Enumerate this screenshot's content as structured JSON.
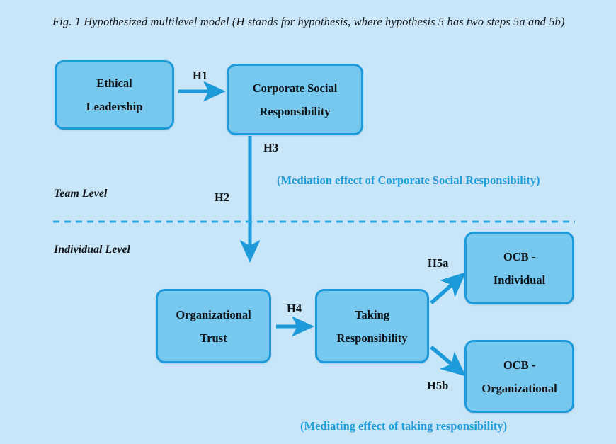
{
  "figure": {
    "caption": "Fig. 1 Hypothesized multilevel model (H stands for hypothesis, where hypothesis 5 has two steps 5a and 5b)"
  },
  "colors": {
    "background": "#c8e6f8",
    "node_fill": "#77c8ef",
    "node_border": "#1d9ada",
    "arrow": "#1d9ada",
    "divider": "#29abe2",
    "annotation_text": "#1f9ed9",
    "node_text": "#101418"
  },
  "nodes": [
    {
      "id": "ethical-leadership",
      "lines": [
        "Ethical",
        "Leadership"
      ]
    },
    {
      "id": "csr",
      "lines": [
        "Corporate Social",
        "Responsibility"
      ]
    },
    {
      "id": "org-trust",
      "lines": [
        "Organizational",
        "Trust"
      ]
    },
    {
      "id": "taking-resp",
      "lines": [
        "Taking",
        "Responsibility"
      ]
    },
    {
      "id": "ocb-individual",
      "lines": [
        "OCB -",
        "Individual"
      ]
    },
    {
      "id": "ocb-organizational",
      "lines": [
        "OCB -",
        "Organizational"
      ]
    }
  ],
  "hypotheses": [
    {
      "id": "h1",
      "label": "H1",
      "from": "ethical-leadership",
      "to": "csr"
    },
    {
      "id": "h2",
      "label": "H2",
      "from": "ethical-leadership",
      "to": "taking-responsibility"
    },
    {
      "id": "h3",
      "label": "H3",
      "from": "csr",
      "to": "taking-responsibility"
    },
    {
      "id": "h4",
      "label": "H4",
      "from": "org-trust",
      "to": "taking-resp"
    },
    {
      "id": "h5a",
      "label": "H5a",
      "from": "taking-resp",
      "to": "ocb-individual"
    },
    {
      "id": "h5b",
      "label": "H5b",
      "from": "taking-resp",
      "to": "ocb-organizational"
    }
  ],
  "levels": {
    "team": "Team Level",
    "individual": "Individual Level"
  },
  "annotations": {
    "mediation_csr": "(Mediation effect of Corporate Social Responsibility)",
    "mediating_tr": "(Mediating effect of taking responsibility)"
  },
  "divider": {
    "name": "level-divider",
    "style": "dashed"
  }
}
